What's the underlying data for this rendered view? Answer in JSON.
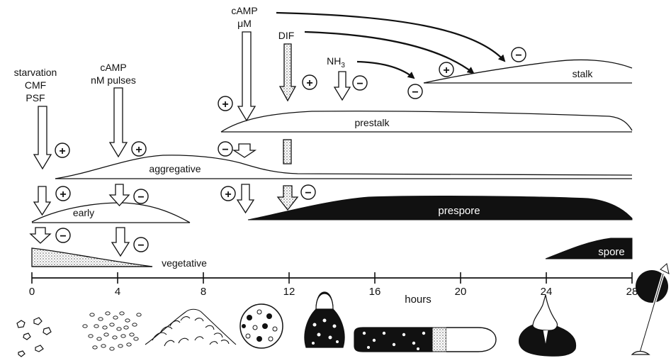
{
  "signals": {
    "starvation": [
      "starvation",
      "CMF",
      "PSF"
    ],
    "camp_pulses": [
      "cAMP",
      "nM pulses"
    ],
    "camp_um": [
      "cAMP",
      "μM"
    ],
    "dif": "DIF",
    "nh3": "NH",
    "nh3_sub": "3"
  },
  "stages": {
    "stalk": "stalk",
    "prestalk": "prestalk",
    "aggregative": "aggregative",
    "early": "early",
    "prespore": "prespore",
    "spore": "spore",
    "vegetative": "vegetative"
  },
  "symbols": {
    "plus": "+",
    "minus": "−"
  },
  "axis": {
    "unit": "hours",
    "ticks": [
      "0",
      "4",
      "8",
      "12",
      "16",
      "20",
      "24",
      "28"
    ]
  },
  "colors": {
    "ink": "#111111",
    "paper": "#ffffff"
  },
  "morphology": [
    "scattered-cells",
    "aggregating-cells",
    "aggregation-mound",
    "tight-aggregate",
    "tipped-mound",
    "migrating-slug",
    "culminant",
    "fruiting-body"
  ]
}
